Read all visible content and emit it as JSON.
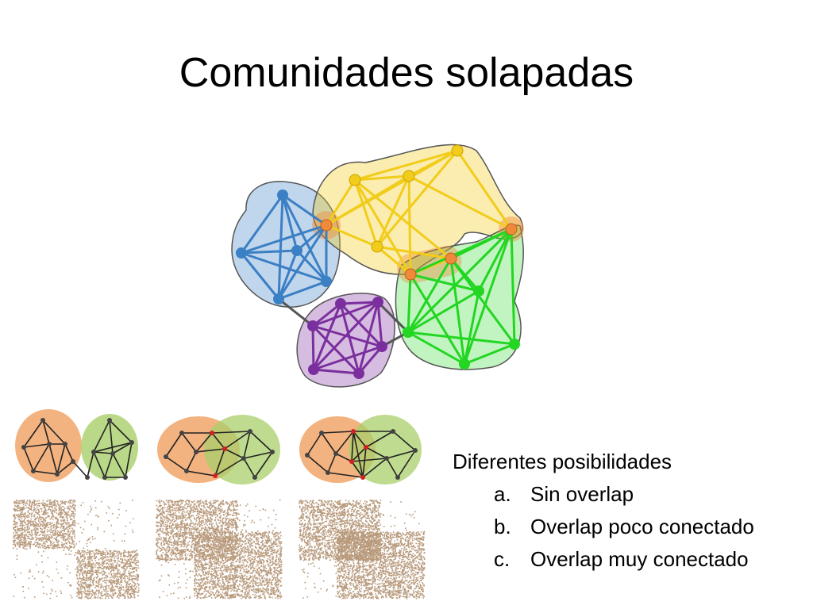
{
  "title": "Comunidades solapadas",
  "legend": {
    "heading": "Diferentes posibilidades",
    "items": [
      {
        "marker": "a.",
        "label": "Sin overlap"
      },
      {
        "marker": "b.",
        "label": "Overlap poco conectado"
      },
      {
        "marker": "c.",
        "label": "Overlap muy conectado"
      }
    ]
  },
  "colors": {
    "blue": "#3b7fc4",
    "yellow": "#f2cc1a",
    "green": "#22d622",
    "purple": "#7b2f9e",
    "orange_overlap": "#ef8a3a",
    "mini_orange": "#f0a060",
    "mini_green": "#a9cf6a",
    "matrix_dot": "#b89a7c"
  }
}
